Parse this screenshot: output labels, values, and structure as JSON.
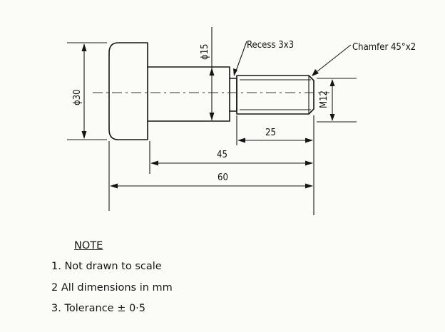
{
  "labels": {
    "dia_30": "ϕ30",
    "dia_15": "ϕ15",
    "recess": "Recess 3x3",
    "chamfer": "Chamfer 45°x2",
    "thread": "M12",
    "len_25": "25",
    "len_45": "45",
    "len_60": "60"
  },
  "note": {
    "title": "NOTE",
    "items": [
      "1. Not drawn to scale",
      "2 All dimensions in mm",
      "3. Tolerance ± 0·5"
    ]
  }
}
